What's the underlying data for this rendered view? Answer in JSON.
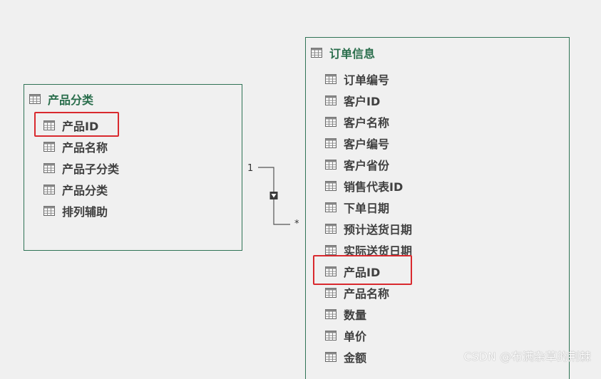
{
  "tables": {
    "category": {
      "title": "产品分类",
      "fields": [
        "产品ID",
        "产品名称",
        "产品子分类",
        "产品分类",
        "排列辅助"
      ]
    },
    "order": {
      "title": "订单信息",
      "fields": [
        "订单编号",
        "客户ID",
        "客户名称",
        "客户编号",
        "客户省份",
        "销售代表ID",
        "下单日期",
        "预计送货日期",
        "实际送货日期",
        "产品ID",
        "产品名称",
        "数量",
        "单价",
        "金额"
      ]
    }
  },
  "relationship": {
    "one_label": "1",
    "many_label": "*",
    "filter_icon": "filter-direction-icon"
  },
  "highlights": [
    "产品ID",
    "产品ID"
  ],
  "watermark": "CSDN @布满杂草的荆棘",
  "colors": {
    "background": "#f0f0f0",
    "table_border": "#2f7355",
    "title_text": "#2a6e4c",
    "field_text": "#404040",
    "highlight": "#d9292e"
  }
}
